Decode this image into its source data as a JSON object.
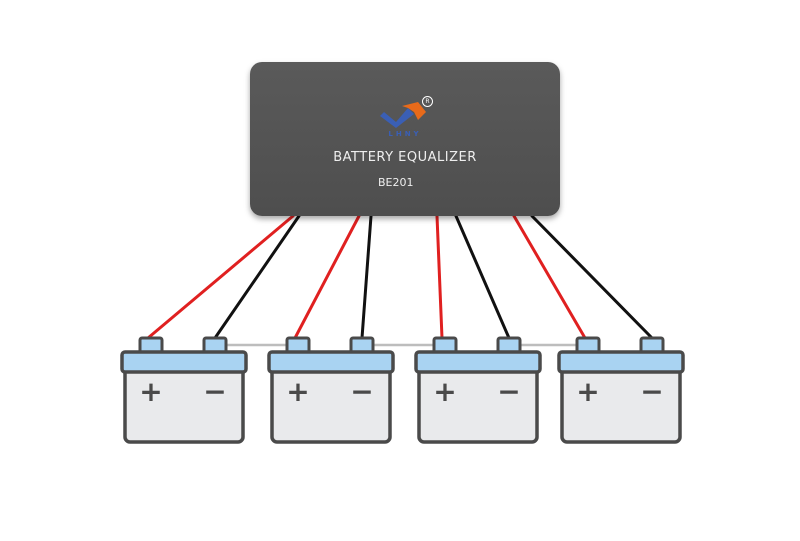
{
  "device": {
    "brand": "LHNY",
    "registered": "R",
    "title": "BATTERY EQUALIZER",
    "model": "BE201"
  },
  "batteries": [
    {
      "plus": "+",
      "minus": "−"
    },
    {
      "plus": "+",
      "minus": "−"
    },
    {
      "plus": "+",
      "minus": "−"
    },
    {
      "plus": "+",
      "minus": "−"
    }
  ],
  "colors": {
    "device_body": "#555555",
    "battery_body": "#e9eaec",
    "battery_outline": "#4a4a4a",
    "battery_lid": "#a9d3f2",
    "wire_positive": "#e02020",
    "wire_negative": "#111111",
    "series_link": "#bdbdbd",
    "logo_blue": "#3a5fb5",
    "logo_orange": "#e86a1a"
  }
}
